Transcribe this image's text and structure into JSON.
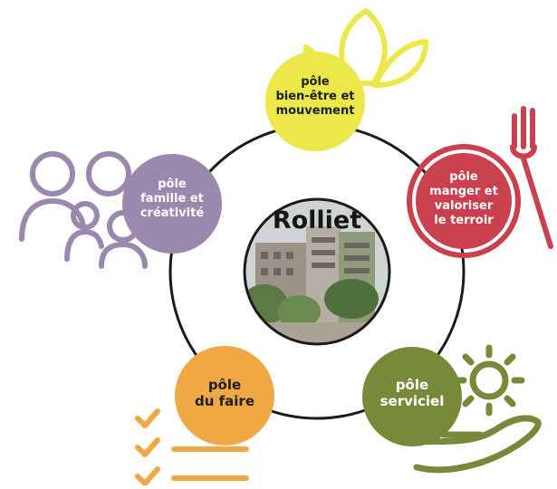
{
  "center": {
    "title": "Rolliet"
  },
  "poles": [
    {
      "id": "bien-etre",
      "lines": [
        "pôle",
        "bien-être et",
        "mouvement"
      ],
      "color": "#ece84a"
    },
    {
      "id": "manger",
      "lines": [
        "pôle",
        "manger et",
        "valoriser",
        "le terroir"
      ],
      "color": "#c9404e"
    },
    {
      "id": "serviciel",
      "lines": [
        "pôle",
        "serviciel"
      ],
      "color": "#788a3a"
    },
    {
      "id": "faire",
      "lines": [
        "pôle",
        "du faire"
      ],
      "color": "#f0a845"
    },
    {
      "id": "famille",
      "lines": [
        "pôle",
        "famille et",
        "créativité"
      ],
      "color": "#9a88ae"
    }
  ],
  "colors": {
    "ring": "#1b1b1b",
    "photo_sky": "#cfd3d3",
    "photo_building": "#9d9288",
    "photo_trees": "#5b7a45"
  }
}
